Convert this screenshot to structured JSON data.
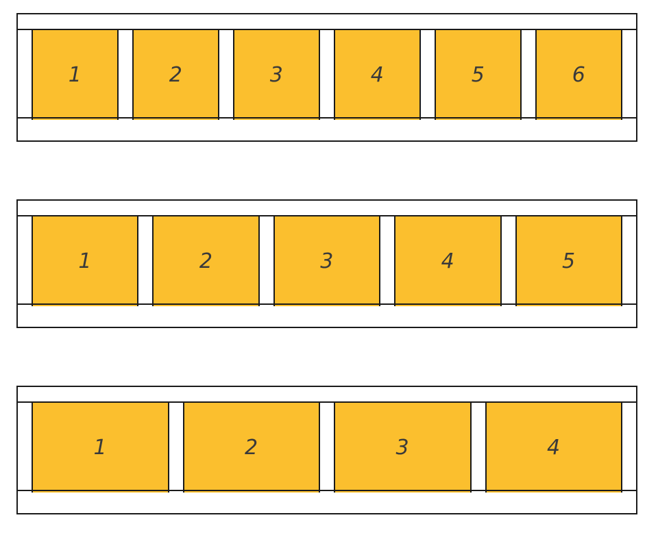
{
  "rows": [
    {
      "panels": [
        "1",
        "2",
        "3",
        "4",
        "5",
        "6"
      ]
    },
    {
      "panels": [
        "1",
        "2",
        "3",
        "4",
        "5"
      ]
    },
    {
      "panels": [
        "1",
        "2",
        "3",
        "4"
      ]
    }
  ],
  "colors": {
    "panel_fill": "#fbbf2e",
    "frame_stroke": "#1a1a1a",
    "frame_fill": "#ffffff",
    "label": "#3a3a3a"
  }
}
